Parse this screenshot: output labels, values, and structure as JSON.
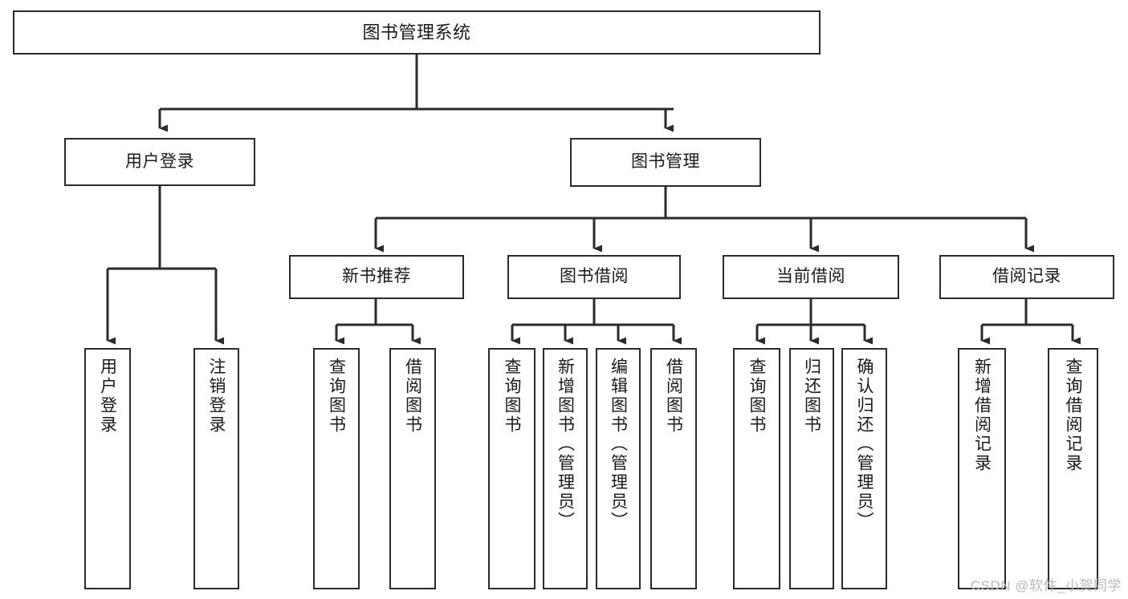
{
  "diagram": {
    "type": "functional-decomposition-tree",
    "title": "图书管理系统",
    "orientation": "top-down",
    "colors": {
      "background": "#ffffff",
      "node_border": "#2b2b2b",
      "node_fill": "#ffffff",
      "connector": "#2b2b2b",
      "text": "#1a1a1a",
      "watermark": "#b9b9b9"
    },
    "levels": [
      {
        "level": 1,
        "nodes": [
          {
            "id": "root",
            "label": "图书管理系统",
            "text_direction": "horizontal"
          }
        ]
      },
      {
        "level": 2,
        "nodes": [
          {
            "id": "user-login",
            "label": "用户登录",
            "text_direction": "horizontal",
            "parent": "root"
          },
          {
            "id": "book-manage",
            "label": "图书管理",
            "text_direction": "horizontal",
            "parent": "root"
          }
        ]
      },
      {
        "level": 3,
        "nodes": [
          {
            "id": "new-book-rec",
            "label": "新书推荐",
            "text_direction": "horizontal",
            "parent": "book-manage"
          },
          {
            "id": "book-borrow",
            "label": "图书借阅",
            "text_direction": "horizontal",
            "parent": "book-manage"
          },
          {
            "id": "current-borrow",
            "label": "当前借阅",
            "text_direction": "horizontal",
            "parent": "book-manage"
          },
          {
            "id": "borrow-record",
            "label": "借阅记录",
            "text_direction": "horizontal",
            "parent": "book-manage"
          }
        ]
      },
      {
        "level": 4,
        "nodes": [
          {
            "id": "leaf-1",
            "label": "用户登录",
            "text_direction": "vertical",
            "parent": "user-login"
          },
          {
            "id": "leaf-2",
            "label": "注销登录",
            "text_direction": "vertical",
            "parent": "user-login"
          },
          {
            "id": "leaf-3",
            "label": "查询图书",
            "text_direction": "vertical",
            "parent": "new-book-rec"
          },
          {
            "id": "leaf-4",
            "label": "借阅图书",
            "text_direction": "vertical",
            "parent": "new-book-rec"
          },
          {
            "id": "leaf-5",
            "label": "查询图书",
            "text_direction": "vertical",
            "parent": "book-borrow"
          },
          {
            "id": "leaf-6",
            "label": "新增图书（管理员）",
            "text_direction": "vertical",
            "parent": "book-borrow"
          },
          {
            "id": "leaf-7",
            "label": "编辑图书（管理员）",
            "text_direction": "vertical",
            "parent": "book-borrow"
          },
          {
            "id": "leaf-8",
            "label": "借阅图书",
            "text_direction": "vertical",
            "parent": "book-borrow"
          },
          {
            "id": "leaf-9",
            "label": "查询图书",
            "text_direction": "vertical",
            "parent": "current-borrow"
          },
          {
            "id": "leaf-10",
            "label": "归还图书",
            "text_direction": "vertical",
            "parent": "current-borrow"
          },
          {
            "id": "leaf-11",
            "label": "确认归还（管理员）",
            "text_direction": "vertical",
            "parent": "current-borrow"
          },
          {
            "id": "leaf-12",
            "label": "新增借阅记录",
            "text_direction": "vertical",
            "parent": "borrow-record"
          },
          {
            "id": "leaf-13",
            "label": "查询借阅记录",
            "text_direction": "vertical",
            "parent": "borrow-record"
          }
        ]
      }
    ]
  },
  "watermark": {
    "text": "CSDN @软件_小贺同学"
  }
}
